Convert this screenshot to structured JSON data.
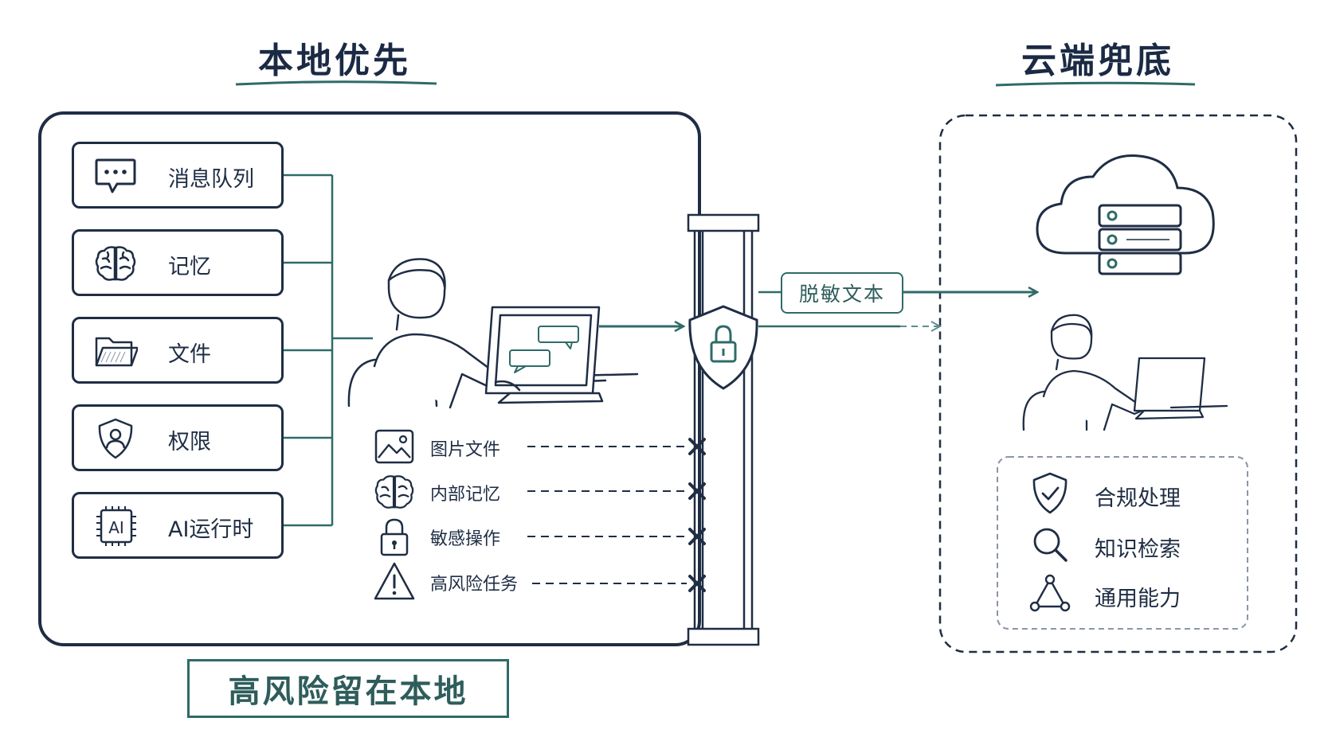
{
  "local_section": {
    "title": "本地优先",
    "modules": [
      {
        "label": "消息队列",
        "icon": "chat-bubble-icon"
      },
      {
        "label": "记忆",
        "icon": "brain-icon"
      },
      {
        "label": "文件",
        "icon": "folder-icon"
      },
      {
        "label": "权限",
        "icon": "shield-user-icon"
      },
      {
        "label": "AI运行时",
        "icon": "ai-chip-icon"
      }
    ],
    "blocked_items": [
      {
        "label": "图片文件",
        "icon": "image-icon"
      },
      {
        "label": "内部记忆",
        "icon": "brain-icon"
      },
      {
        "label": "敏感操作",
        "icon": "lock-icon"
      },
      {
        "label": "高风险任务",
        "icon": "warning-icon"
      }
    ],
    "banner": "高风险留在本地"
  },
  "gateway": {
    "icon": "shield-lock-icon",
    "tag_label": "脱敏文本"
  },
  "cloud_section": {
    "title": "云端兜底",
    "icon": "cloud-server-icon",
    "capabilities": [
      {
        "label": "合规处理",
        "icon": "shield-check-icon"
      },
      {
        "label": "知识检索",
        "icon": "magnifier-icon"
      },
      {
        "label": "通用能力",
        "icon": "network-triangle-icon"
      }
    ]
  },
  "colors": {
    "ink": "#1f2d44",
    "teal": "#2e6b68",
    "background": "#ffffff"
  }
}
